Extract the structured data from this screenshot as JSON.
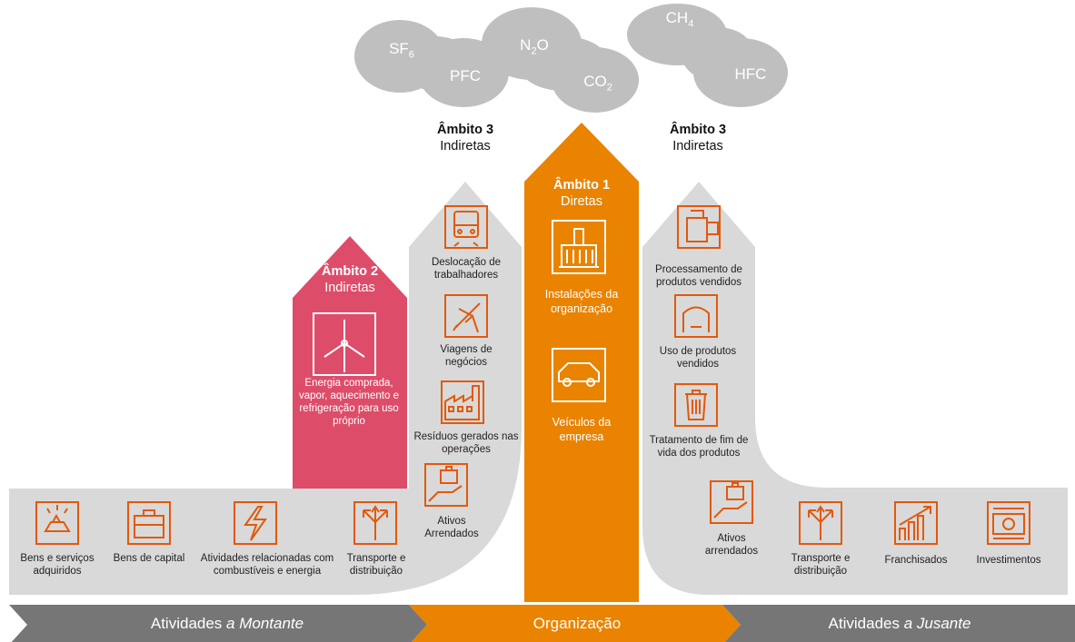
{
  "gases": {
    "sf6": {
      "base": "SF",
      "sub": "6"
    },
    "pfc": {
      "base": "PFC",
      "sub": ""
    },
    "n2o": {
      "base": "N",
      "sub": "2",
      "tail": "O"
    },
    "co2": {
      "base": "CO",
      "sub": "2"
    },
    "ch4": {
      "base": "CH",
      "sub": "4"
    },
    "hfc": {
      "base": "HFC",
      "sub": ""
    }
  },
  "scope3_left": {
    "title": "Âmbito 3",
    "subtitle": "Indiretas"
  },
  "scope3_right": {
    "title": "Âmbito 3",
    "subtitle": "Indiretas"
  },
  "scope2": {
    "title": "Âmbito 2",
    "subtitle": "Indiretas",
    "item": "Energia comprada, vapor, aquecimento e refrigeração para uso próprio"
  },
  "scope1": {
    "title": "Âmbito 1",
    "subtitle": "Diretas",
    "items": [
      "Instalações da organização",
      "Veículos da empresa"
    ]
  },
  "upstream_vertical": [
    "Deslocação de trabalhadores",
    "Viagens de negócios",
    "Resíduos gerados nas operações",
    "Ativos Arrendados"
  ],
  "upstream_horizontal": [
    "Bens e serviços adquiridos",
    "Bens de capital",
    "Atividades relacionadas com combustíveis e energia",
    "Transporte e distribuição"
  ],
  "downstream_vertical": [
    "Processamento de produtos vendidos",
    "Uso de produtos vendidos",
    "Tratamento de fim de vida dos produtos",
    "Ativos arrendados"
  ],
  "downstream_horizontal": [
    "Transporte e distribuição",
    "Franchisados",
    "Investimentos"
  ],
  "bottom_bar": {
    "left_prefix": "Atividades ",
    "left_italic": "a Montante",
    "center": "Organização",
    "right_prefix": "Atividades ",
    "right_italic": "a Jusante"
  },
  "colors": {
    "orange": "#E98300",
    "pink": "#DD4D6A",
    "gray": "#D9D9D9",
    "cloud": "#BFBFBF",
    "dark": "#767676",
    "icon": "#E2590B"
  }
}
